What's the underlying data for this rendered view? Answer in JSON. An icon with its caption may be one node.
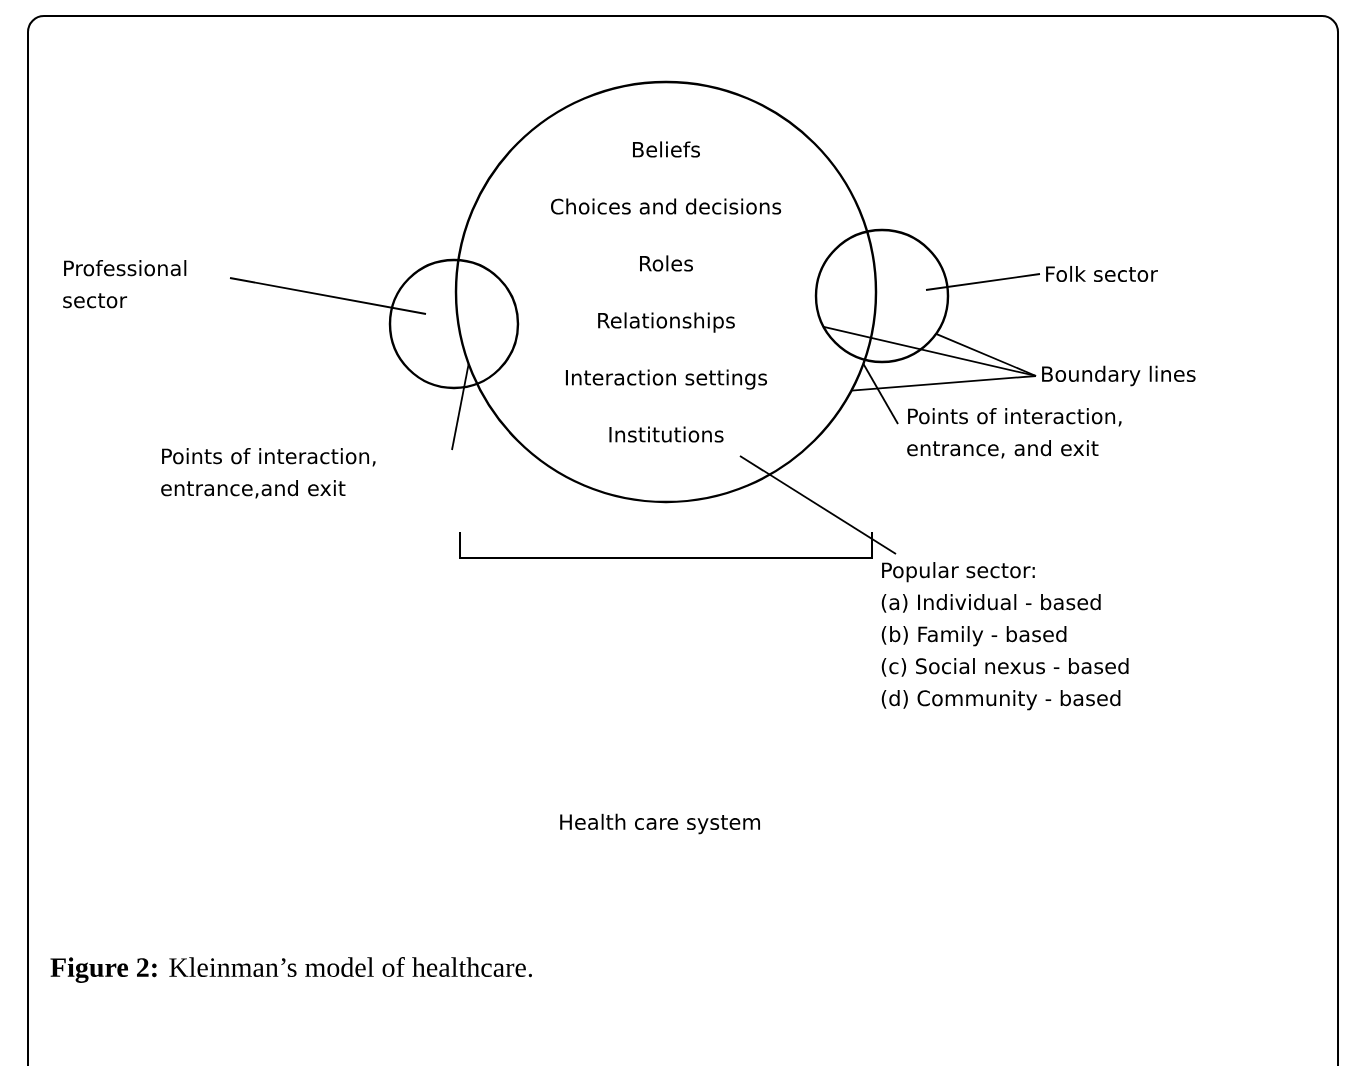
{
  "diagram": {
    "caption": "**Figure 2:** Kleinman’s model of healthcare.",
    "nodes": [
      {
        "text": [
          "Beliefs",
          "Choices and decisions",
          "Roles",
          "Relationships",
          "Interaction settings",
          "Institutions"
        ]
      },
      {
        "text": [],
        "shape": "circle"
      },
      {
        "text": [],
        "shape": "circle"
      },
      {
        "text": [
          "Professional sector"
        ]
      },
      {
        "text": [
          "Points of interaction, entrance,and exit"
        ]
      },
      {
        "text": [
          "Folk sector"
        ]
      },
      {
        "text": [
          "Boundary lines"
        ]
      },
      {
        "text": [
          "Points of interaction, entrance, and exit"
        ]
      },
      {
        "text": [
          "Popular sector:",
          "(a) Individual - based",
          "(b) Family - based",
          "(c) Social nexus - based",
          "(d) Community - based"
        ]
      }
    ],
    "edges": [
      {
        "from": 3,
        "to": 1,
        "arrow": "none"
      },
      {
        "from": 4,
        "to": 0,
        "arrow": "none"
      },
      {
        "from": 5,
        "to": 2,
        "arrow": "none"
      },
      {
        "from": 6,
        "to": 2,
        "arrow": "none"
      },
      {
        "from": 6,
        "to": 2,
        "arrow": "none"
      },
      {
        "from": 6,
        "to": 0,
        "arrow": "none"
      },
      {
        "from": 7,
        "to": 0,
        "arrow": "none"
      },
      {
        "from": 8,
        "to": 0,
        "arrow": "none"
      }
    ],
    "labels": [
      "Health care system"
    ]
  }
}
